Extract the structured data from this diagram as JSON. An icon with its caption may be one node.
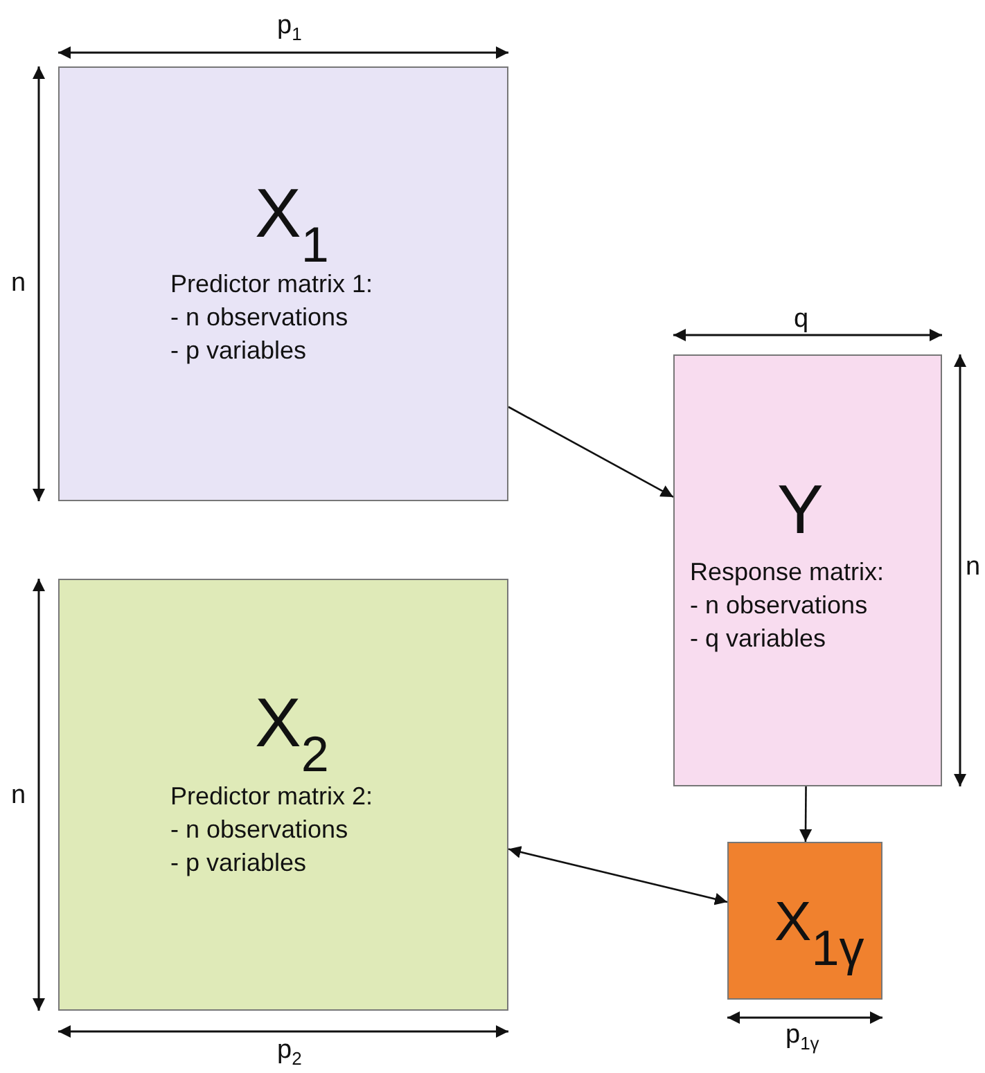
{
  "diagram": {
    "nodes": [
      {
        "text": [
          "X$_{1}$",
          "Predictor matrix 1:",
          "- n observations",
          "- p variables"
        ],
        "beside": [
          "p$_{1}$",
          "n"
        ]
      },
      {
        "text": [
          "Y",
          "Response matrix:",
          "- n observations",
          "- q variables"
        ],
        "beside": [
          "q",
          "n"
        ]
      },
      {
        "text": [
          "X$_{2}$",
          "Predictor matrix 2:",
          "- n observations",
          "- p variables"
        ],
        "beside": [
          "n",
          "p$_{2}$"
        ]
      },
      {
        "text": [
          "X$_{1γ}$"
        ],
        "beside": [
          "p$_{1γ}$"
        ]
      }
    ],
    "edges": [
      {
        "from": 0,
        "to": 1,
        "arrow": "to"
      },
      {
        "from": 1,
        "to": 3,
        "arrow": "to"
      },
      {
        "from": 2,
        "to": 3,
        "arrow": "both"
      }
    ]
  }
}
